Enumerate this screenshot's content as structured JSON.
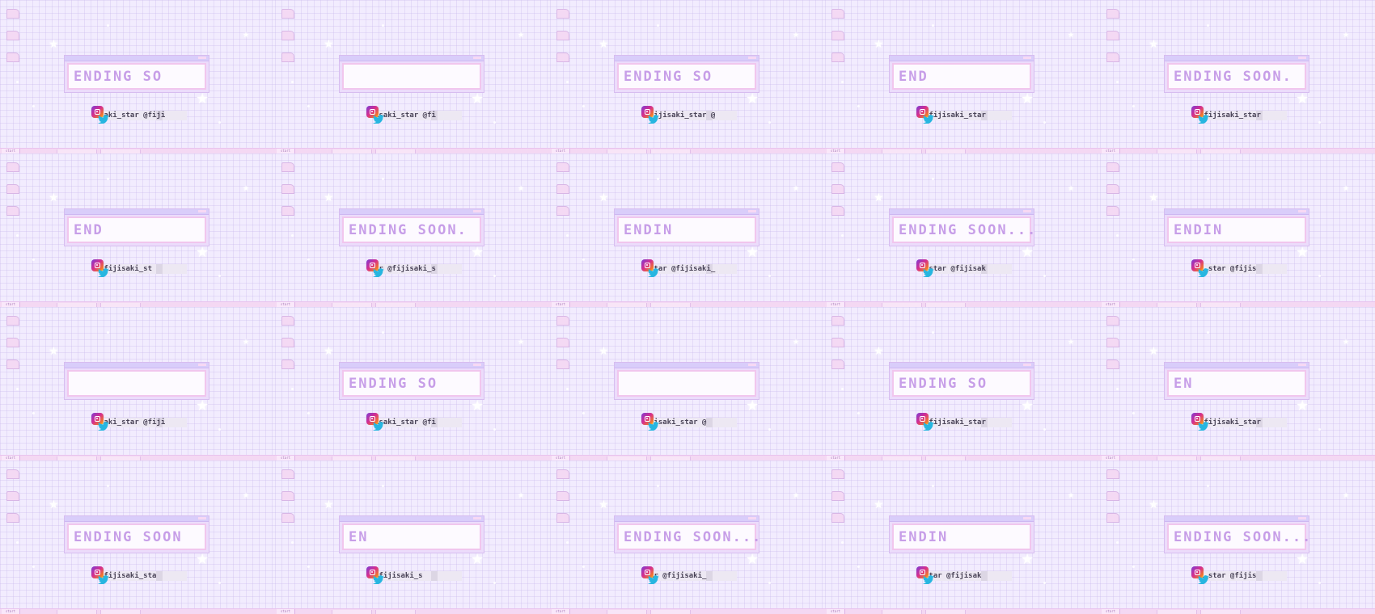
{
  "tiles": [
    {
      "ending_text": "ENDING SO",
      "handle_text": "saki_star   @fiji"
    },
    {
      "ending_text": "",
      "handle_text": "isaki_star   @fi"
    },
    {
      "ending_text": "ENDING SO",
      "handle_text": "fijisaki_star   @"
    },
    {
      "ending_text": "END",
      "handle_text": "@fijisaki_star"
    },
    {
      "ending_text": "ENDING SOON.",
      "handle_text": "@fijisaki_star"
    },
    {
      "ending_text": "END",
      "handle_text": "@fijisaki_st"
    },
    {
      "ending_text": "ENDING SOON.",
      "handle_text": "ar   @fijisaki_s"
    },
    {
      "ending_text": "ENDIN",
      "handle_text": "star   @fijisaki_"
    },
    {
      "ending_text": "ENDING SOON...",
      "handle_text": "_star   @fijisak"
    },
    {
      "ending_text": "ENDIN",
      "handle_text": "i_star   @fijis"
    },
    {
      "ending_text": "",
      "handle_text": "saki_star   @fiji"
    },
    {
      "ending_text": "ENDING SO",
      "handle_text": "isaki_star   @fi"
    },
    {
      "ending_text": "",
      "handle_text": "jisaki_star   @"
    },
    {
      "ending_text": "ENDING SO",
      "handle_text": "@fijisaki_star"
    },
    {
      "ending_text": "EN",
      "handle_text": "@fijisaki_star"
    },
    {
      "ending_text": "ENDING SOON",
      "handle_text": "@fijisaki_sta"
    },
    {
      "ending_text": "EN",
      "handle_text": "@fijisaki_s"
    },
    {
      "ending_text": "ENDING SOON...",
      "handle_text": "ar   @fijisaki_"
    },
    {
      "ending_text": "ENDIN",
      "handle_text": "star   @fijisak"
    },
    {
      "ending_text": "ENDING SOON...",
      "handle_text": "i_star   @fijis"
    }
  ],
  "taskbar": {
    "start_label": "start"
  },
  "icons": {
    "instagram": "instagram-icon",
    "twitter": "twitter-bird-icon",
    "desktop": "desktop-folder-icon",
    "decor": "star-icon"
  },
  "colors": {
    "background": "#f2ecfe",
    "grid_line": "#c8b9ee",
    "ending_text": "#c79ee8",
    "window_frame": "#ecdcfb",
    "window_border": "#f1c6ee",
    "taskbar": "#f4d8f3",
    "handle_text": "#4a4458",
    "twitter_blue": "#27b6e0"
  }
}
